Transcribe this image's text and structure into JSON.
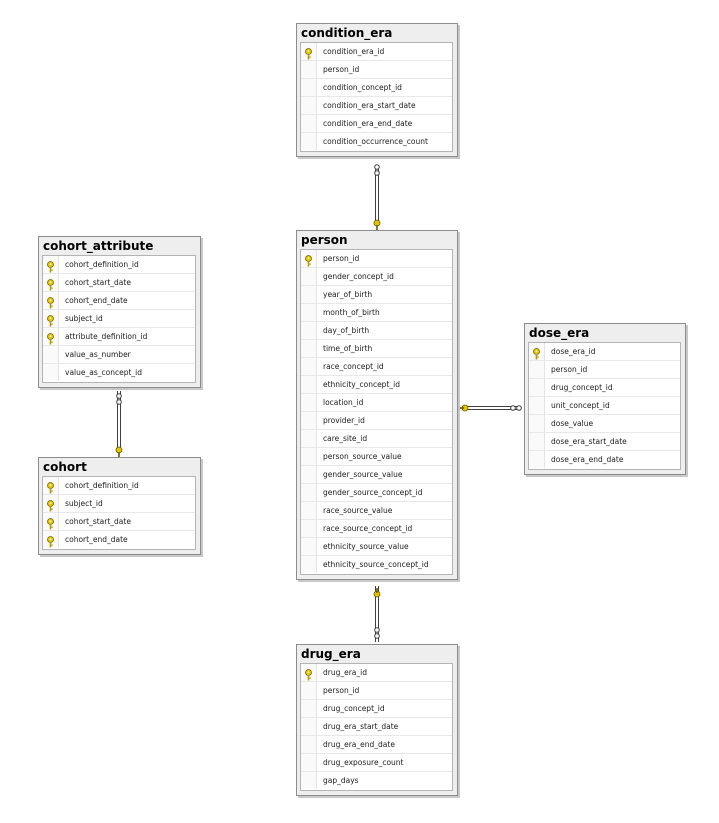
{
  "colors": {
    "key": "#e3c400",
    "border": "#8c8c8c",
    "link": "#404040",
    "table_bg": "#eeeeee"
  },
  "tables": {
    "condition_era": {
      "name": "condition_era",
      "columns": [
        {
          "name": "condition_era_id",
          "pk": true
        },
        {
          "name": "person_id",
          "pk": false
        },
        {
          "name": "condition_concept_id",
          "pk": false
        },
        {
          "name": "condition_era_start_date",
          "pk": false
        },
        {
          "name": "condition_era_end_date",
          "pk": false
        },
        {
          "name": "condition_occurrence_count",
          "pk": false
        }
      ]
    },
    "cohort_attribute": {
      "name": "cohort_attribute",
      "columns": [
        {
          "name": "cohort_definition_id",
          "pk": true
        },
        {
          "name": "cohort_start_date",
          "pk": true
        },
        {
          "name": "cohort_end_date",
          "pk": true
        },
        {
          "name": "subject_id",
          "pk": true
        },
        {
          "name": "attribute_definition_id",
          "pk": true
        },
        {
          "name": "value_as_number",
          "pk": false
        },
        {
          "name": "value_as_concept_id",
          "pk": false
        }
      ]
    },
    "cohort": {
      "name": "cohort",
      "columns": [
        {
          "name": "cohort_definition_id",
          "pk": true
        },
        {
          "name": "subject_id",
          "pk": true
        },
        {
          "name": "cohort_start_date",
          "pk": true
        },
        {
          "name": "cohort_end_date",
          "pk": true
        }
      ]
    },
    "person": {
      "name": "person",
      "columns": [
        {
          "name": "person_id",
          "pk": true
        },
        {
          "name": "gender_concept_id",
          "pk": false
        },
        {
          "name": "year_of_birth",
          "pk": false
        },
        {
          "name": "month_of_birth",
          "pk": false
        },
        {
          "name": "day_of_birth",
          "pk": false
        },
        {
          "name": "time_of_birth",
          "pk": false
        },
        {
          "name": "race_concept_id",
          "pk": false
        },
        {
          "name": "ethnicity_concept_id",
          "pk": false
        },
        {
          "name": "location_id",
          "pk": false
        },
        {
          "name": "provider_id",
          "pk": false
        },
        {
          "name": "care_site_id",
          "pk": false
        },
        {
          "name": "person_source_value",
          "pk": false
        },
        {
          "name": "gender_source_value",
          "pk": false
        },
        {
          "name": "gender_source_concept_id",
          "pk": false
        },
        {
          "name": "race_source_value",
          "pk": false
        },
        {
          "name": "race_source_concept_id",
          "pk": false
        },
        {
          "name": "ethnicity_source_value",
          "pk": false
        },
        {
          "name": "ethnicity_source_concept_id",
          "pk": false
        }
      ]
    },
    "dose_era": {
      "name": "dose_era",
      "columns": [
        {
          "name": "dose_era_id",
          "pk": true
        },
        {
          "name": "person_id",
          "pk": false
        },
        {
          "name": "drug_concept_id",
          "pk": false
        },
        {
          "name": "unit_concept_id",
          "pk": false
        },
        {
          "name": "dose_value",
          "pk": false
        },
        {
          "name": "dose_era_start_date",
          "pk": false
        },
        {
          "name": "dose_era_end_date",
          "pk": false
        }
      ]
    },
    "drug_era": {
      "name": "drug_era",
      "columns": [
        {
          "name": "drug_era_id",
          "pk": true
        },
        {
          "name": "person_id",
          "pk": false
        },
        {
          "name": "drug_concept_id",
          "pk": false
        },
        {
          "name": "drug_era_start_date",
          "pk": false
        },
        {
          "name": "drug_era_end_date",
          "pk": false
        },
        {
          "name": "drug_exposure_count",
          "pk": false
        },
        {
          "name": "gap_days",
          "pk": false
        }
      ]
    }
  },
  "relationships": [
    {
      "from": "condition_era",
      "to": "person"
    },
    {
      "from": "cohort_attribute",
      "to": "cohort"
    },
    {
      "from": "dose_era",
      "to": "person"
    },
    {
      "from": "drug_era",
      "to": "person"
    }
  ]
}
